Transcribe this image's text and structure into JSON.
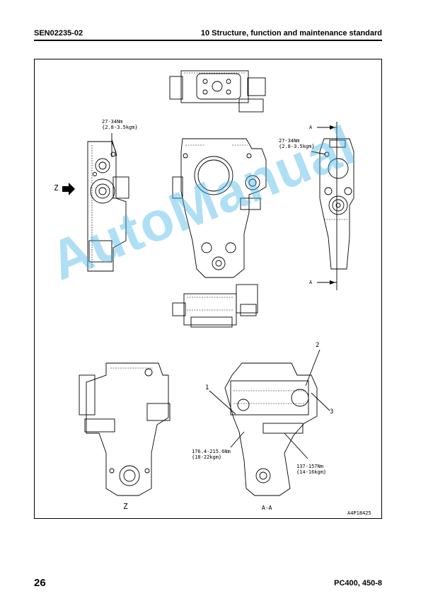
{
  "header": {
    "doc_code": "SEN02235-02",
    "section_title": "10 Structure, function and maintenance standard"
  },
  "figure": {
    "torque_top_left": "27-34Nm\n{2.8-3.5kgm}",
    "torque_top_right": "27-34Nm\n{2.8-3.5kgm}",
    "view_arrow_z": "Z",
    "section_marker_top": "A",
    "section_marker_bottom": "A",
    "callout_1": "1",
    "callout_2": "2",
    "callout_3": "3",
    "torque_bottom_left": "176.4-215.6Nm\n{18-22kgm}",
    "torque_bottom_right": "137-157Nm\n{14-16kgm}",
    "view_label_z": "Z",
    "view_label_aa": "A-A",
    "figure_code": "A4P18425"
  },
  "watermark": "AutoManual",
  "footer": {
    "page_number": "26",
    "model": "PC400, 450-8"
  }
}
